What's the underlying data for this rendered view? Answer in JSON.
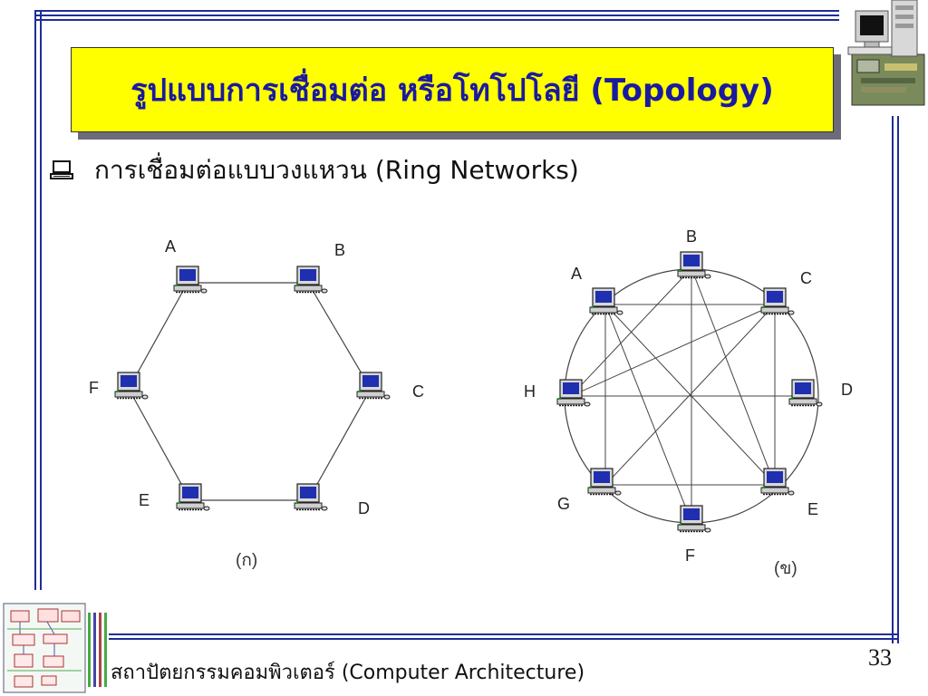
{
  "slide": {
    "title": "รูปแบบการเชื่อมต่อ หรือโทโปโลยี (Topology)",
    "bullet": "การเชื่อมต่อแบบวงแหวน (Ring Networks)",
    "footer": "สถาปัตยกรรมคอมพิวเตอร์ (Computer Architecture)",
    "page_number": "33"
  },
  "diagram_a": {
    "caption": "(ก)",
    "nodes": [
      {
        "id": "A",
        "label": "A"
      },
      {
        "id": "B",
        "label": "B"
      },
      {
        "id": "C",
        "label": "C"
      },
      {
        "id": "D",
        "label": "D"
      },
      {
        "id": "E",
        "label": "E"
      },
      {
        "id": "F",
        "label": "F"
      }
    ],
    "edges": [
      [
        "A",
        "B"
      ],
      [
        "B",
        "C"
      ],
      [
        "C",
        "D"
      ],
      [
        "D",
        "E"
      ],
      [
        "E",
        "F"
      ],
      [
        "F",
        "A"
      ]
    ]
  },
  "diagram_b": {
    "caption": "(ข)",
    "nodes": [
      {
        "id": "A",
        "label": "A"
      },
      {
        "id": "B",
        "label": "B"
      },
      {
        "id": "C",
        "label": "C"
      },
      {
        "id": "D",
        "label": "D"
      },
      {
        "id": "E",
        "label": "E"
      },
      {
        "id": "F",
        "label": "F"
      },
      {
        "id": "G",
        "label": "G"
      },
      {
        "id": "H",
        "label": "H"
      }
    ],
    "edges": [
      [
        "A",
        "C"
      ],
      [
        "A",
        "E"
      ],
      [
        "A",
        "G"
      ],
      [
        "B",
        "F"
      ],
      [
        "B",
        "H"
      ],
      [
        "B",
        "E"
      ],
      [
        "C",
        "G"
      ],
      [
        "C",
        "E"
      ],
      [
        "D",
        "H"
      ],
      [
        "E",
        "G"
      ],
      [
        "H",
        "C"
      ],
      [
        "F",
        "A"
      ]
    ]
  },
  "colors": {
    "frame": "#1e2e99",
    "title_bg": "#ffff00",
    "title_text": "#1a1aa0",
    "screen": "#1f2fb0"
  }
}
